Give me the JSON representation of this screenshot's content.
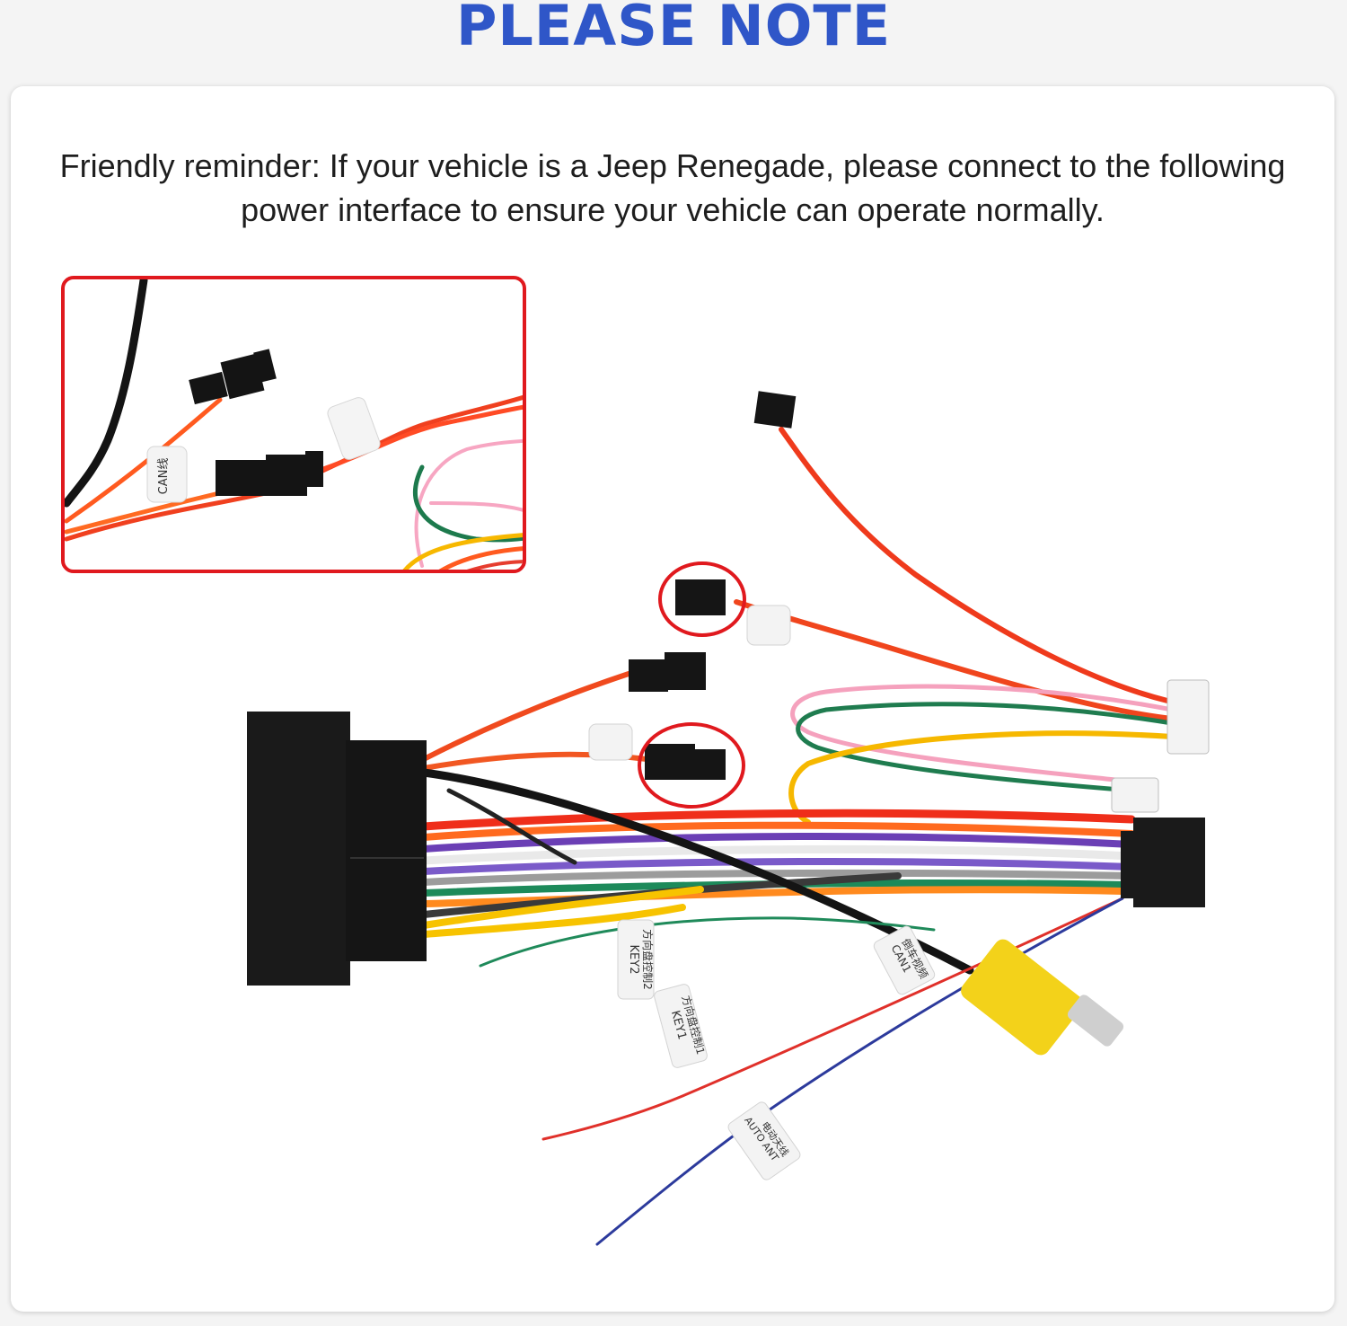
{
  "header": {
    "title": "PLEASE NOTE"
  },
  "notice": {
    "text": "Friendly reminder: If your vehicle is a Jeep Renegade, please connect to the following power interface to ensure your vehicle can operate normally."
  },
  "tags": {
    "can_zoom": "CAN线",
    "key2_line1": "KEY2",
    "key2_line2": "方向盘控制2",
    "key1_line1": "KEY1",
    "key1_line2": "方向盘控制1",
    "can1_line1": "CAN1",
    "can1_line2": "倒车视频",
    "auto_line1": "AUTO ANT",
    "auto_line2": "电动天线"
  },
  "colors": {
    "title": "#2f56c8",
    "highlight": "#e0191e",
    "connector": "#1a1a1a"
  },
  "icons": [
    "harness-photo",
    "connector-highlight-circle",
    "zoom-inset-frame"
  ]
}
